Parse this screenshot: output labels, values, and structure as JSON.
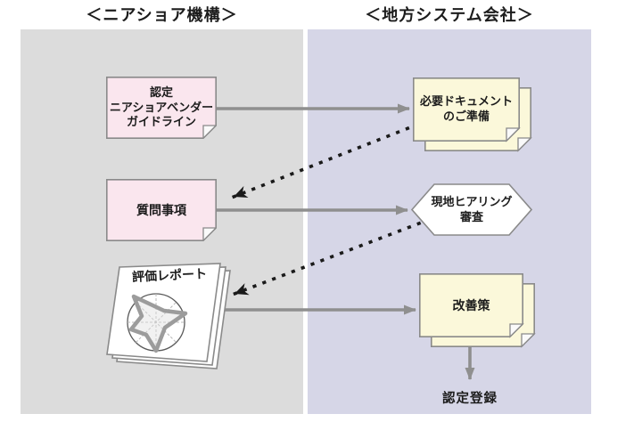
{
  "headers": {
    "left": "＜ニアショア機構＞",
    "right": "＜地方システム会社＞"
  },
  "nodes": {
    "guideline": {
      "label": "認定\nニアショアベンダー\nガイドライン"
    },
    "questions": {
      "label": "質問事項"
    },
    "report": {
      "label": "評価レポート"
    },
    "documents": {
      "label": "必要ドキュメント\nのご準備"
    },
    "hearing": {
      "label": "現地ヒアリング\n審査"
    },
    "improvement": {
      "label": "改善策"
    },
    "registration": {
      "label": "認定登録"
    }
  },
  "colors": {
    "lane_left_bg": "#dcdcdc",
    "lane_right_bg": "#d6d6e7",
    "note_pink": "#fae6ee",
    "note_cream": "#fbf8da",
    "hexagon_fill": "#ffffff",
    "sheet_fill": "#ffffff",
    "shape_border": "#8a8a8a",
    "arrow_solid": "#8f8f8f",
    "arrow_dotted": "#1a1a1a",
    "radar_stroke": "#9c9c9c"
  }
}
